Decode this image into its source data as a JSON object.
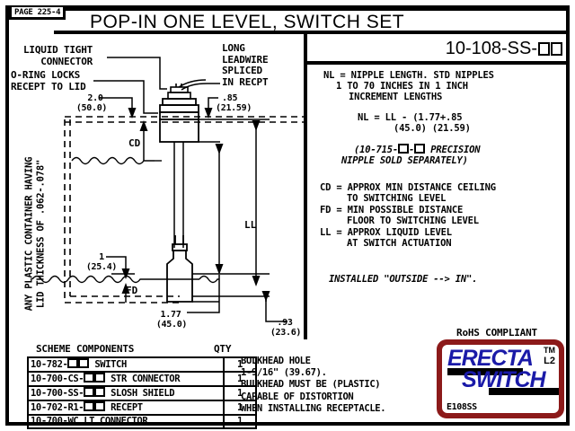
{
  "page_tag": "PAGE 225-4",
  "title": "POP-IN ONE LEVEL, SWITCH SET",
  "part_number": "10-108-SS-",
  "callouts": {
    "liquid_tight": "LIQUID TIGHT\n   CONNECTOR",
    "oring": "O-RING LOCKS\nRECEPT TO LID",
    "leadwire": "LONG\nLEADWIRE\nSPLICED\nIN RECPT",
    "vertical_caption": "ANY PLASTIC CONTAINER HAVING\nLID THICKNESS OF .062-.078\""
  },
  "dimensions": {
    "d_2_0": "2.0",
    "d_2_0_mm": "(50.0)",
    "d_85": ".85",
    "d_85_mm": "(21.59)",
    "d_1": "1",
    "d_1_mm": "(25.4)",
    "d_177": "1.77",
    "d_177_mm": "(45.0)",
    "d_93": ".93",
    "d_93_mm": "(23.6)",
    "cd": "CD",
    "fd": "FD",
    "ll": "LL"
  },
  "notes": {
    "nl_line1": "NL = NIPPLE LENGTH. STD NIPPLES",
    "nl_line2": "1 TO 70 INCHES IN 1 INCH",
    "nl_line3": "INCREMENT LENGTHS",
    "nl_eq_1": "NL = LL - (1.77+.85",
    "nl_eq_2": "(45.0) (21.59)",
    "precision_1_a": "(10-715-",
    "precision_1_b": "-",
    "precision_1_c": " PRECISION",
    "precision_2": "NIPPLE SOLD SEPARATELY)",
    "cd_1": "CD = APPROX MIN DISTANCE CEILING",
    "cd_2": "TO SWITCHING LEVEL",
    "fd_1": "FD = MIN POSSIBLE DISTANCE",
    "fd_2": "FLOOR TO SWITCHING LEVEL",
    "ll_1": "LL = APPROX LIQUID LEVEL",
    "ll_2": "AT SWITCH ACTUATION",
    "installed": "INSTALLED \"OUTSIDE --> IN\"."
  },
  "bom": {
    "header_scheme": "SCHEME COMPONENTS",
    "header_qty": "QTY",
    "rows": [
      {
        "prefix": "10-782-",
        "suffix": " SWITCH",
        "qty": "1"
      },
      {
        "prefix": "10-700-CS-",
        "suffix": " STR CONNECTOR",
        "qty": "1"
      },
      {
        "prefix": "10-700-SS-",
        "suffix": " SLOSH SHIELD",
        "qty": "1"
      },
      {
        "prefix": "10-702-R1-",
        "suffix": "  RECEPT",
        "qty": "1"
      },
      {
        "prefix": "10-700-WC LT CONNECTOR",
        "suffix": "",
        "qty": "1"
      }
    ]
  },
  "bulkhead_notes": "BULKHEAD HOLE\n1-9/16\" (39.67).\nBULKHEAD MUST BE (PLASTIC)\nCAPABLE OF DISTORTION\nWHEN INSTALLING RECEPTACLE.",
  "rohs": "RoHS COMPLIANT",
  "logo": {
    "word1": "ERECTA",
    "word2": "SWITCH",
    "tm": "TM",
    "l2": "L2",
    "code": "E108SS",
    "frame_color": "#8c1a1a",
    "text_color": "#1a1aa8"
  }
}
